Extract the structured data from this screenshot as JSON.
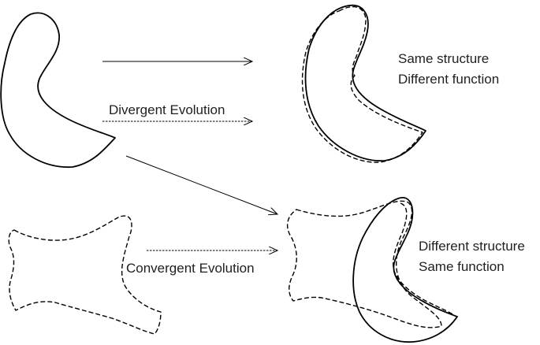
{
  "labels": {
    "divergent_evolution": "Divergent Evolution",
    "convergent_evolution": "Convergent Evolution",
    "same_structure": "Same structure",
    "different_function": "Different function",
    "different_structure": "Different structure",
    "same_function": "Same function"
  }
}
